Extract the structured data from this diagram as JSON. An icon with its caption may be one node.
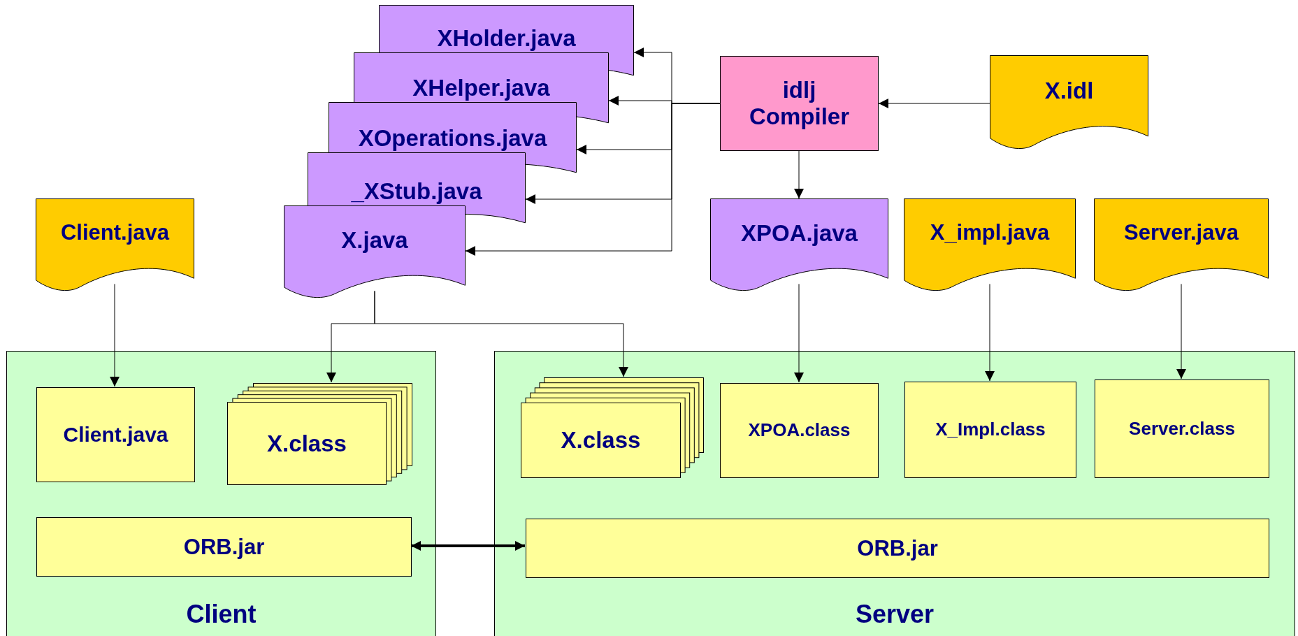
{
  "diagram": {
    "nodes": [
      {
        "text": [
          "XHolder.java"
        ]
      },
      {
        "text": [
          "XHelper.java"
        ]
      },
      {
        "text": [
          "XOperations.java"
        ]
      },
      {
        "text": [
          "_XStub.java"
        ]
      },
      {
        "text": [
          "X.java"
        ]
      },
      {
        "text": [
          "idlj Compiler"
        ]
      },
      {
        "text": [
          "X.idl"
        ]
      },
      {
        "text": [
          "Client.java"
        ]
      },
      {
        "text": [
          "XPOA.java"
        ]
      },
      {
        "text": [
          "X_impl.java"
        ]
      },
      {
        "text": [
          "Server.java"
        ]
      },
      {
        "text": [
          "Client"
        ]
      },
      {
        "text": [
          "Client.java"
        ],
        "in": 11
      },
      {
        "text": [
          "X.class"
        ],
        "in": 11
      },
      {
        "text": [
          "ORB.jar"
        ],
        "in": 11
      },
      {
        "text": [
          "Server"
        ]
      },
      {
        "text": [
          "X.class"
        ],
        "in": 15
      },
      {
        "text": [
          "XPOA.class"
        ],
        "in": 15
      },
      {
        "text": [
          "X_Impl.class"
        ],
        "in": 15
      },
      {
        "text": [
          "Server.class"
        ],
        "in": 15
      },
      {
        "text": [
          "ORB.jar"
        ],
        "in": 15
      }
    ],
    "edges": [
      {
        "from": 6,
        "to": 5,
        "arrow": "to"
      },
      {
        "from": 5,
        "to": 0,
        "arrow": "to"
      },
      {
        "from": 5,
        "to": 1,
        "arrow": "to"
      },
      {
        "from": 5,
        "to": 2,
        "arrow": "to"
      },
      {
        "from": 5,
        "to": 3,
        "arrow": "to"
      },
      {
        "from": 5,
        "to": 4,
        "arrow": "to"
      },
      {
        "from": 5,
        "to": 8,
        "arrow": "to"
      },
      {
        "from": 7,
        "to": 12,
        "arrow": "to"
      },
      {
        "from": 4,
        "to": 13,
        "arrow": "to"
      },
      {
        "from": 4,
        "to": 16,
        "arrow": "to"
      },
      {
        "from": 8,
        "to": 17,
        "arrow": "to"
      },
      {
        "from": 9,
        "to": 18,
        "arrow": "to"
      },
      {
        "from": 10,
        "to": 19,
        "arrow": "to"
      },
      {
        "from": 14,
        "to": 20,
        "arrow": "both",
        "style": "thick"
      }
    ]
  }
}
